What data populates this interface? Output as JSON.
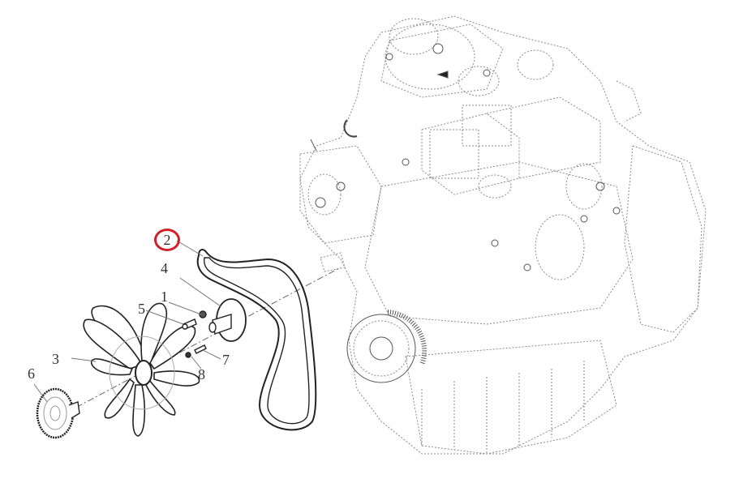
{
  "diagram": {
    "type": "exploded-parts-diagram",
    "subject": "engine fan drive and belt assembly",
    "highlight_color": "#d0202a",
    "highlighted_part": "2",
    "callouts": [
      {
        "id": "1",
        "label": "1",
        "part": "bolt/washer"
      },
      {
        "id": "2",
        "label": "2",
        "part": "drive belt",
        "highlighted": true
      },
      {
        "id": "3",
        "label": "3",
        "part": "fan"
      },
      {
        "id": "4",
        "label": "4",
        "part": "fan hub / pulley flange"
      },
      {
        "id": "5",
        "label": "5",
        "part": "bolt"
      },
      {
        "id": "6",
        "label": "6",
        "part": "viscous fan clutch / gear"
      },
      {
        "id": "7",
        "label": "7",
        "part": "bolt"
      },
      {
        "id": "8",
        "label": "8",
        "part": "nut"
      }
    ]
  }
}
